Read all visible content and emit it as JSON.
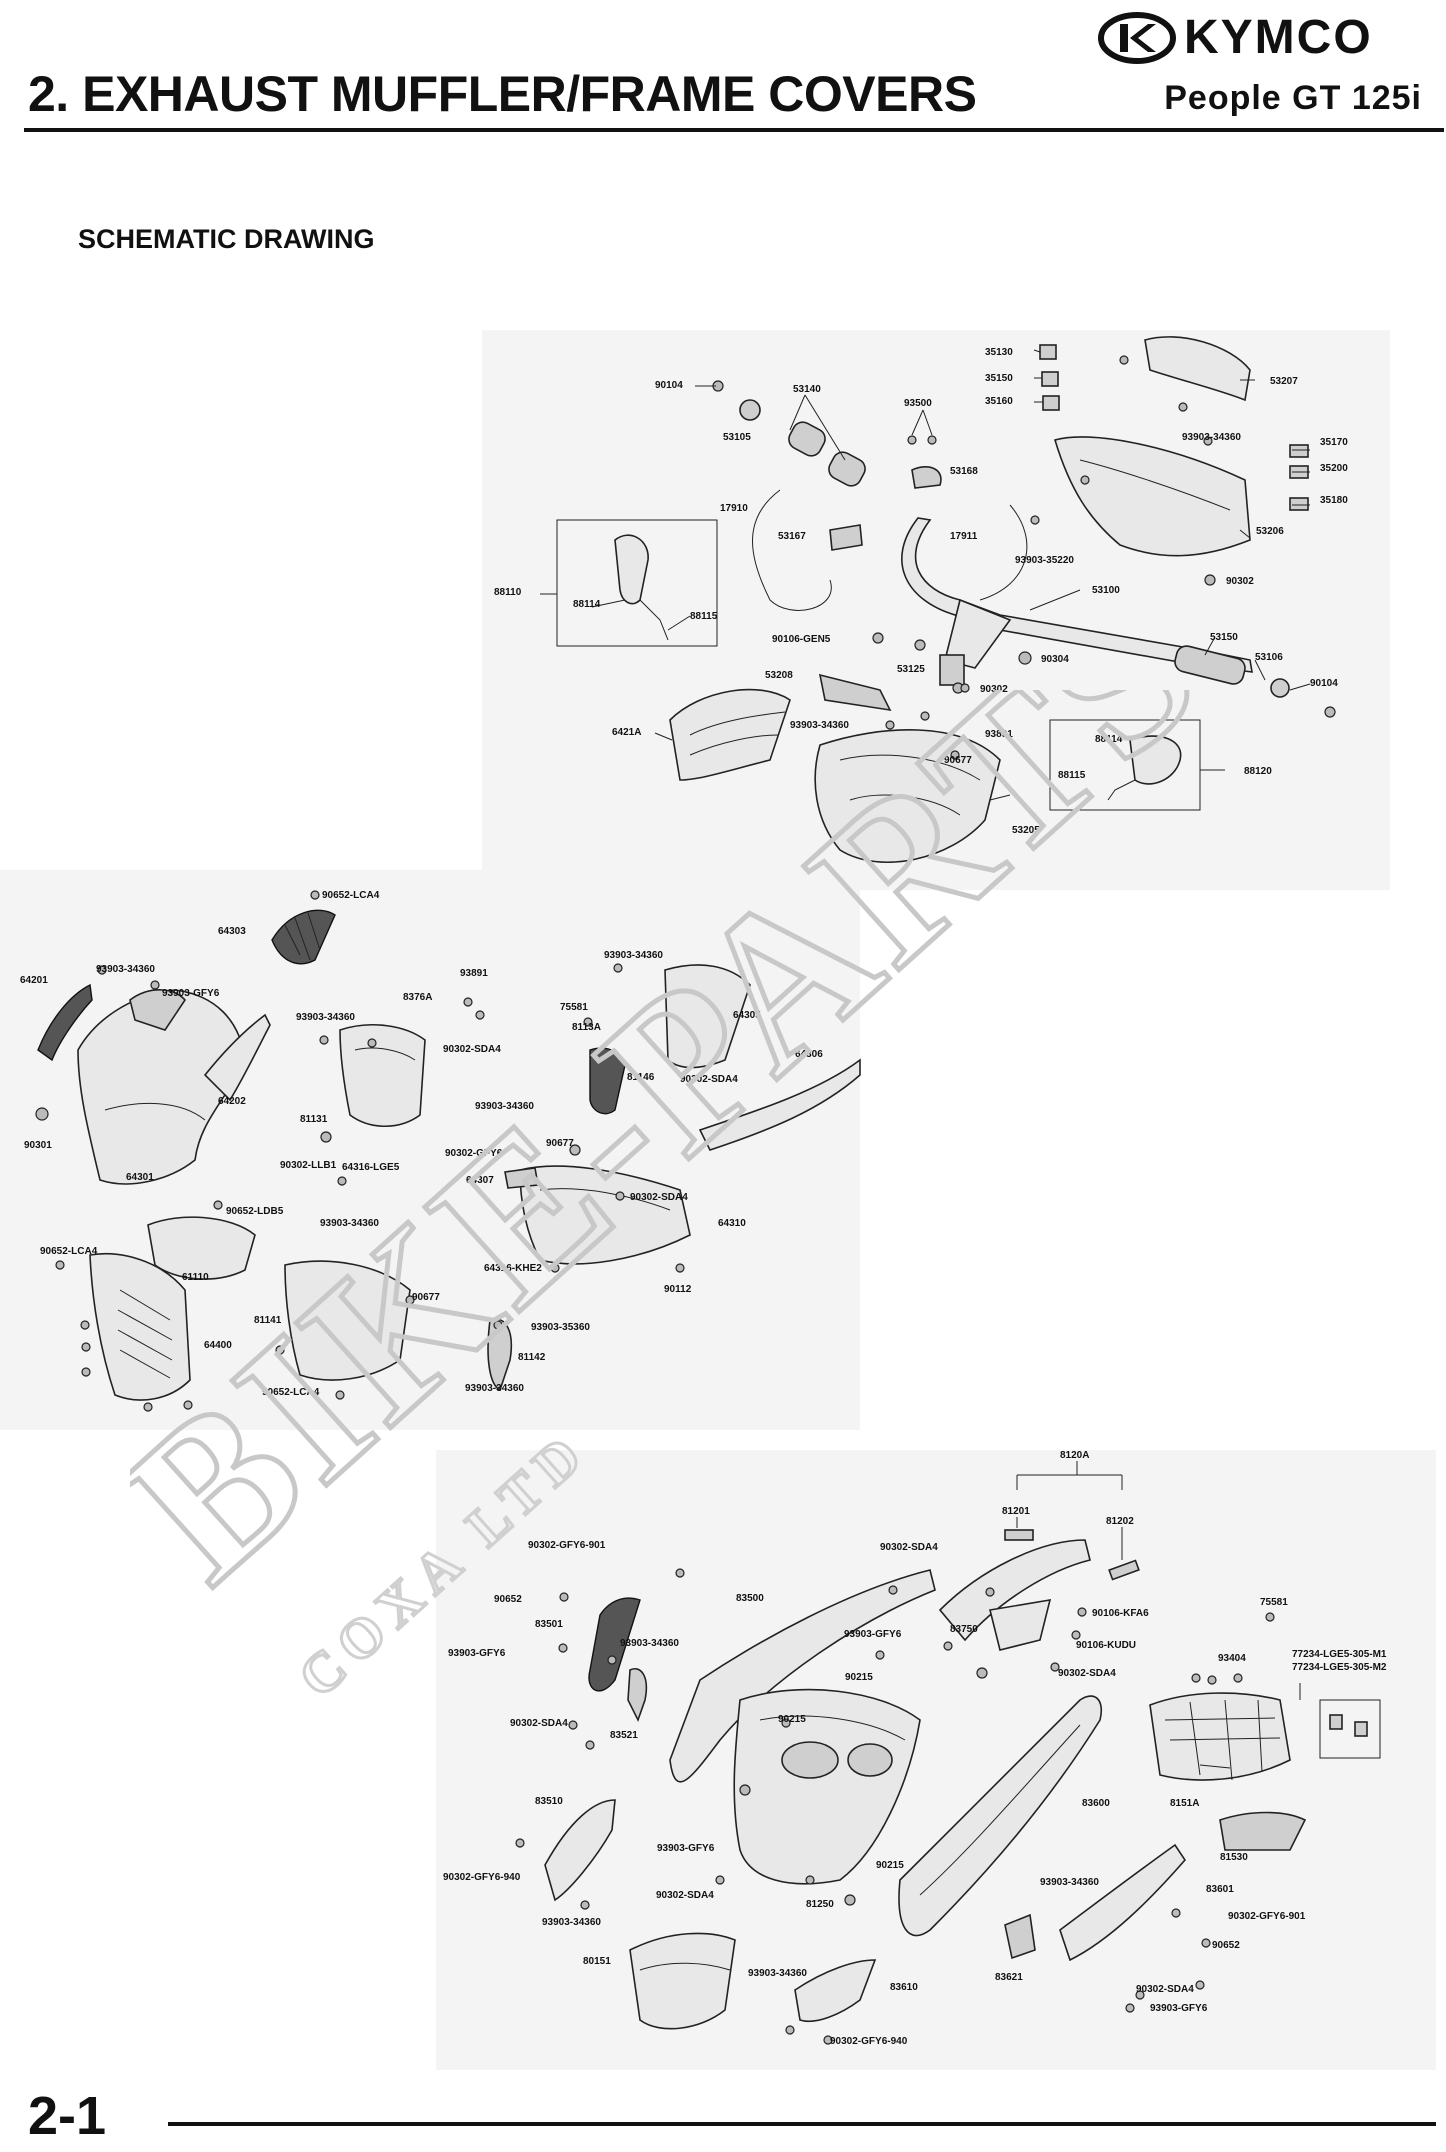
{
  "header": {
    "brand": "KYMCO",
    "title": "2. EXHAUST MUFFLER/FRAME COVERS",
    "model": "People GT 125i"
  },
  "section_title": "SCHEMATIC DRAWING",
  "footer": {
    "page_number": "2-1"
  },
  "watermark": {
    "line1": "BIKE-PARTS",
    "line2": "COXA LTD"
  },
  "diagram": {
    "group_handlebar": {
      "labels": [
        "90104",
        "53140",
        "53105",
        "93500",
        "35130",
        "35150",
        "35160",
        "53207",
        "93903-34360",
        "35170",
        "35200",
        "35180",
        "53168",
        "17910",
        "53167",
        "17911",
        "53206",
        "88110",
        "88114",
        "88115",
        "93903-35220",
        "90302",
        "53100",
        "90106-GEN5",
        "53125",
        "90304",
        "53150",
        "53106",
        "90104",
        "53208",
        "90302",
        "93903-34360",
        "93891",
        "6421A",
        "90677",
        "88114",
        "88115",
        "88120",
        "53205"
      ]
    },
    "group_front": {
      "labels": [
        "90652-LCA4",
        "64303",
        "64201",
        "93903-34360",
        "93903-GFY6",
        "93891",
        "8376A",
        "93903-34360",
        "93903-34360",
        "75581",
        "8113A",
        "64305",
        "64202",
        "90302-SDA4",
        "81146",
        "64306",
        "90302-SDA4",
        "93903-34360",
        "81131",
        "90301",
        "90302-GFY6",
        "90677",
        "90302-LLB1",
        "64316-LGE5",
        "64307",
        "64301",
        "90302-SDA4",
        "90652-LDB5",
        "93903-34360",
        "64310",
        "90652-LCA4",
        "61110",
        "64316-KHE2",
        "90112",
        "90677",
        "81141",
        "93903-35360",
        "64400",
        "81142",
        "90652-LCA4",
        "93903-34360"
      ]
    },
    "group_rear": {
      "labels": [
        "8120A",
        "81201",
        "81202",
        "90302-GFY6-901",
        "90302-SDA4",
        "90652",
        "83500",
        "90106-KFA6",
        "75581",
        "83501",
        "93903-GFY6",
        "83750",
        "90106-KUDU",
        "93404",
        "77234-LGE5-305-M1",
        "77234-LGE5-305-M2",
        "93903-GFY6",
        "93903-34360",
        "90215",
        "90302-SDA4",
        "90302-SDA4",
        "83521",
        "90215",
        "83600",
        "8151A",
        "83510",
        "81530",
        "93903-GFY6",
        "90302-GFY6-940",
        "90215",
        "93903-34360",
        "83601",
        "90302-SDA4",
        "81250",
        "90302-GFY6-901",
        "93903-34360",
        "90652",
        "80151",
        "83621",
        "93903-34360",
        "83610",
        "90302-SDA4",
        "93903-GFY6",
        "90302-GFY6-940"
      ]
    }
  }
}
